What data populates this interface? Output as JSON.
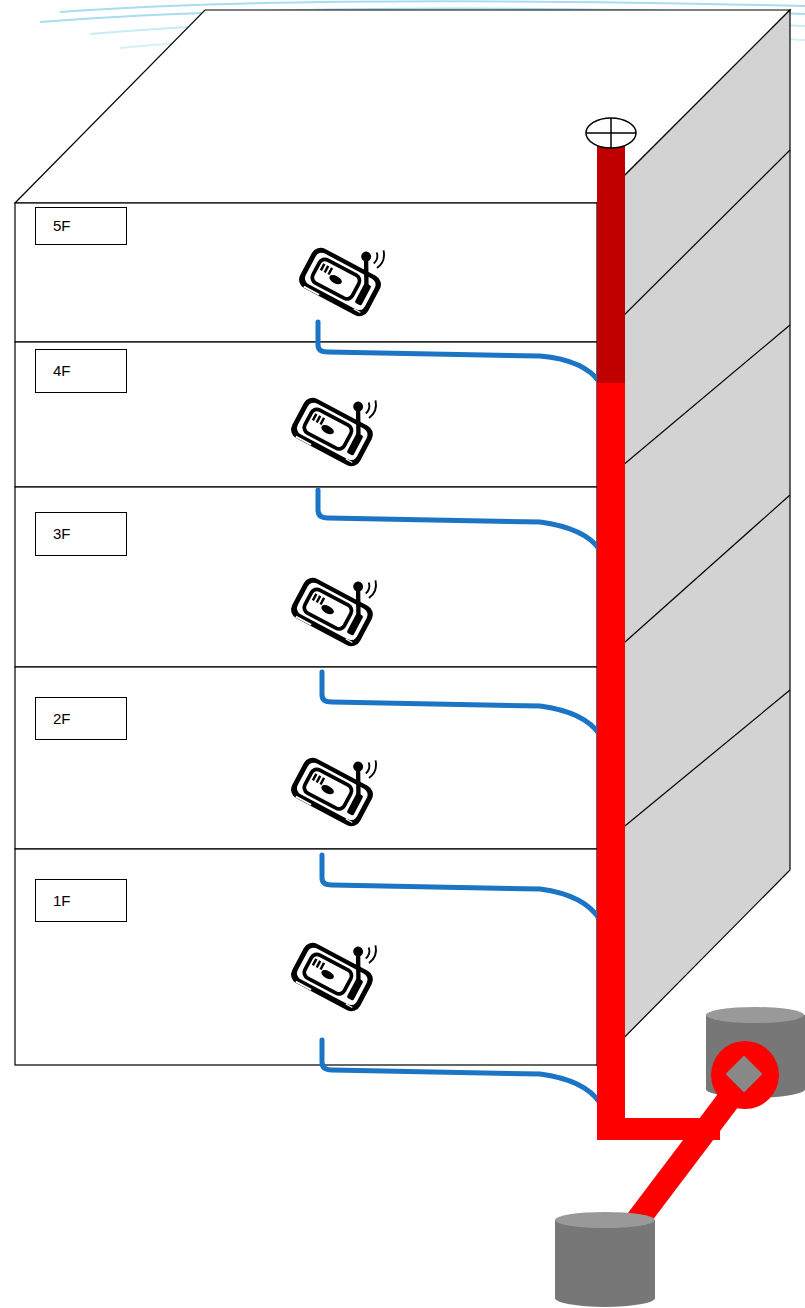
{
  "diagram": {
    "nodes": [
      {
        "text": [
          "5F"
        ]
      },
      {
        "text": [
          "4F"
        ]
      },
      {
        "text": [
          "3F"
        ]
      },
      {
        "text": [
          "2F"
        ]
      },
      {
        "text": [
          "1F"
        ]
      }
    ]
  }
}
